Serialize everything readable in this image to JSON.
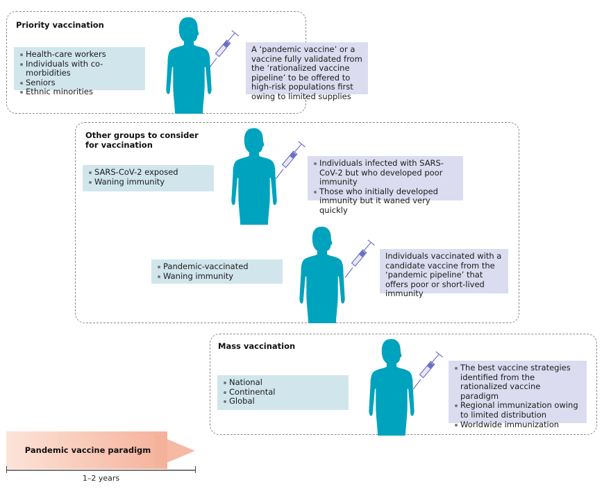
{
  "colors": {
    "figure": "#00a3bd",
    "syringe": "#6b6fc4",
    "left_box": "#d1e5ec",
    "right_box": "#dcdcf0",
    "arrow_start": "#fde3d8",
    "arrow_end": "#f5b19a"
  },
  "groups": {
    "priority": {
      "title": "Priority vaccination",
      "left_items": [
        "Health-care workers",
        "Individuals with co-morbidities",
        "Seniors",
        "Ethnic minorities"
      ],
      "right_text": "A ‘pandemic vaccine’ or a vaccine fully validated from the ‘rationalized vaccine pipeline’ to be offered to high-risk populations first owing to limited supplies"
    },
    "other": {
      "title_line1": "Other groups to consider",
      "title_line2": "for vaccination",
      "row1": {
        "left_items": [
          "SARS-CoV-2 exposed",
          "Waning immunity"
        ],
        "right_items": [
          "Individuals infected with SARS-CoV-2 but who developed poor immunity",
          "Those who initially developed immunity but it waned very quickly"
        ]
      },
      "row2": {
        "left_items": [
          "Pandemic-vaccinated",
          "Waning immunity"
        ],
        "right_text": "Individuals vaccinated with a candidate vaccine from the ‘pandemic pipeline’ that offers poor or short-lived immunity"
      }
    },
    "mass": {
      "title": "Mass vaccination",
      "left_items": [
        "National",
        "Continental",
        "Global"
      ],
      "right_items": [
        "The best vaccine strategies identified from the rationalized vaccine paradigm",
        "Regional immunization owing to limited distribution",
        "Worldwide immunization"
      ]
    }
  },
  "timeline": {
    "label": "Pandemic vaccine paradigm",
    "duration": "1–2 years"
  }
}
